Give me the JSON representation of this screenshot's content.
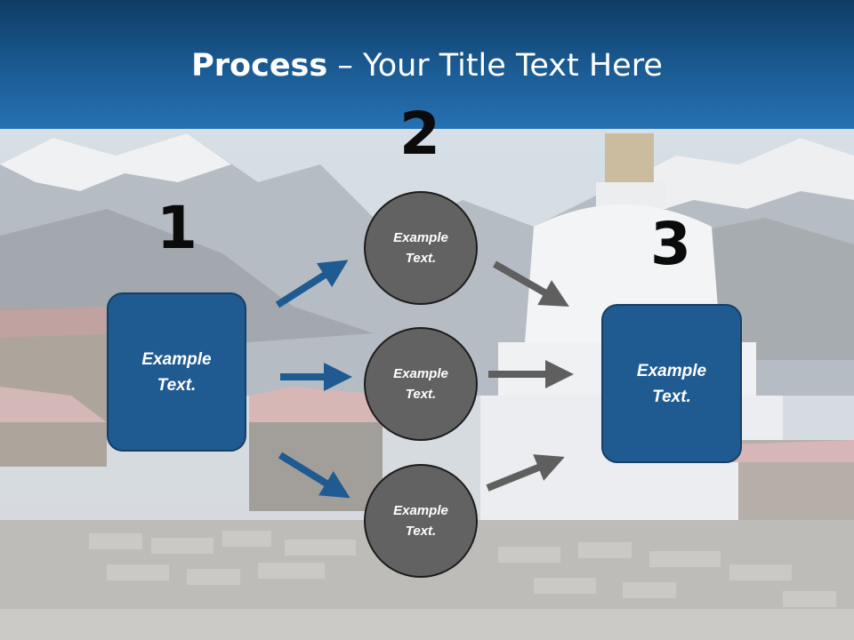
{
  "header": {
    "title_bold": "Process",
    "title_rest": " – Your Title Text Here"
  },
  "steps": {
    "n1": "1",
    "n2": "2",
    "n3": "3"
  },
  "nodes": {
    "box1": [
      "Example",
      "Text."
    ],
    "circle_top": [
      "Example",
      "Text."
    ],
    "circle_mid": [
      "Example",
      "Text."
    ],
    "circle_bot": [
      "Example",
      "Text."
    ],
    "box3": [
      "Example",
      "Text."
    ]
  },
  "colors": {
    "header": "#1b5c94",
    "box_fill": "#1f5a91",
    "circle_fill": "#626262",
    "blue_arrow": "#1f5a91",
    "gray_arrow": "#5f5f5f"
  }
}
